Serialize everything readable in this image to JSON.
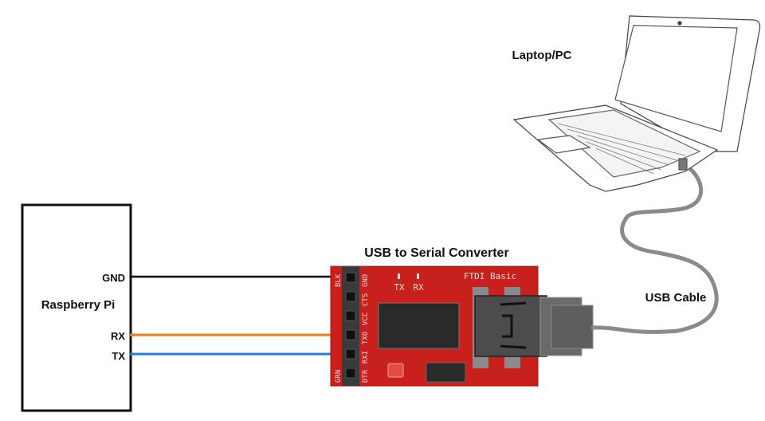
{
  "labels": {
    "laptop": "Laptop/PC",
    "converter": "USB to Serial Converter",
    "cable": "USB Cable",
    "pi": "Raspberry Pi"
  },
  "pi_pins": [
    {
      "name": "GND",
      "wire_color": "#000000"
    },
    {
      "name": "RX",
      "wire_color": "#f07a14"
    },
    {
      "name": "TX",
      "wire_color": "#1e7ee8"
    }
  ],
  "board": {
    "name": "FTDI Basic",
    "pins": [
      "GND",
      "CTS",
      "VCC",
      "TXO",
      "RXI",
      "DTR"
    ],
    "side_top": "BLK",
    "side_bottom": "GRN",
    "leds": [
      "TX",
      "RX"
    ],
    "color": "#c8201c"
  },
  "connections": [
    {
      "from": "GND",
      "to": "GND"
    },
    {
      "from": "RX",
      "to": "TXO"
    },
    {
      "from": "TX",
      "to": "RXI"
    }
  ]
}
